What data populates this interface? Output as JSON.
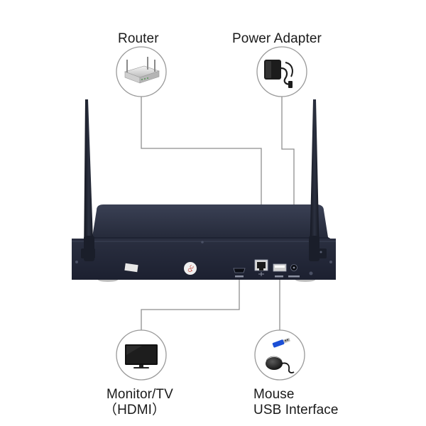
{
  "labels": {
    "router": "Router",
    "power_adapter": "Power Adapter",
    "monitor_line1": "Monitor/TV",
    "monitor_line2": "（HDMI）",
    "mouse_line1": "Mouse",
    "mouse_line2": "USB Interface"
  },
  "device": {
    "sticker_text": "QC"
  },
  "colors": {
    "device_body": "#23283a",
    "device_top": "#2f3446",
    "antenna": "#1b1f2b",
    "connector_line": "#8e8e8e",
    "circle_border": "#9a9a9a"
  },
  "icons": [
    "router-icon",
    "power-adapter-icon",
    "monitor-icon",
    "usb-mouse-icon"
  ]
}
